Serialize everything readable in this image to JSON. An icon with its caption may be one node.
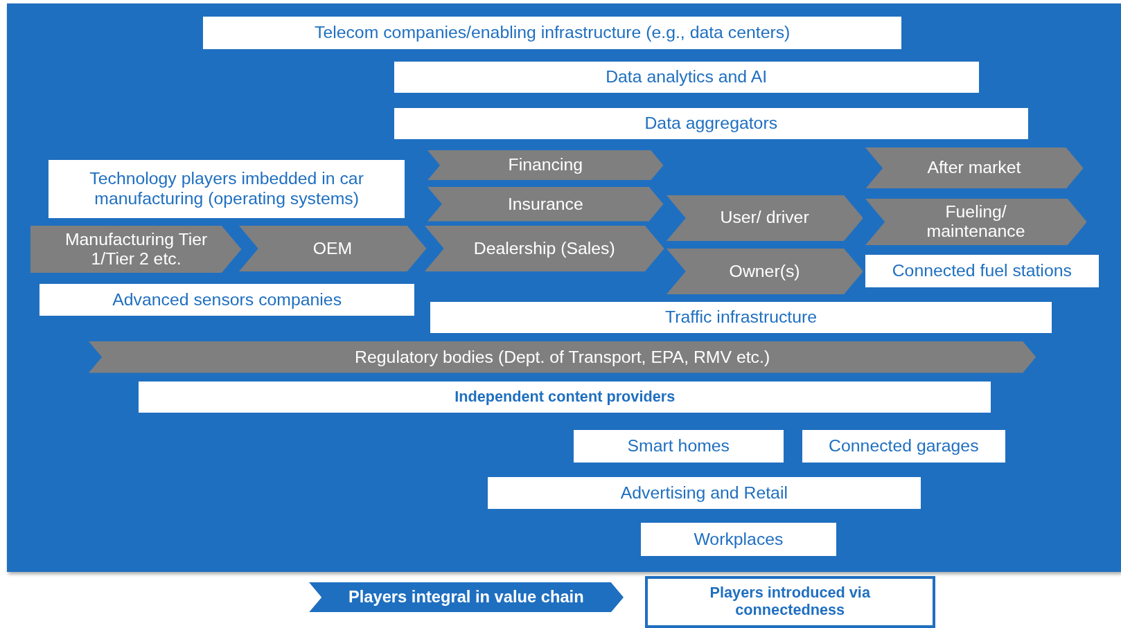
{
  "diagram": {
    "nodes": [
      {
        "text": [
          "Telecom companies/enabling infrastructure (e.g., data centers)"
        ]
      },
      {
        "text": [
          "Data analytics and AI"
        ]
      },
      {
        "text": [
          "Data aggregators"
        ]
      },
      {
        "text": [
          "Financing"
        ]
      },
      {
        "text": [
          "After market"
        ]
      },
      {
        "text": [
          "Technology players imbedded in car manufacturing (operating systems)"
        ]
      },
      {
        "text": [
          "Insurance"
        ]
      },
      {
        "text": [
          "User/ driver"
        ]
      },
      {
        "text": [
          "Fueling/ maintenance"
        ]
      },
      {
        "text": [
          "Manufacturing Tier 1/Tier 2 etc."
        ]
      },
      {
        "text": [
          "OEM"
        ]
      },
      {
        "text": [
          "Dealership (Sales)"
        ]
      },
      {
        "text": [
          "Owner(s)"
        ]
      },
      {
        "text": [
          "Connected fuel stations"
        ]
      },
      {
        "text": [
          "Advanced sensors companies"
        ]
      },
      {
        "text": [
          "Traffic infrastructure"
        ]
      },
      {
        "text": [
          "Regulatory bodies (Dept. of Transport, EPA, RMV etc.)"
        ]
      },
      {
        "text": [
          "Independent content providers"
        ]
      },
      {
        "text": [
          "Smart homes"
        ]
      },
      {
        "text": [
          "Connected garages"
        ]
      },
      {
        "text": [
          "Advertising and Retail"
        ]
      },
      {
        "text": [
          "Workplaces"
        ]
      }
    ],
    "edges": [],
    "legend": [
      {
        "text": "Players integral in value chain"
      },
      {
        "text": "Players introduced via connectedness"
      }
    ]
  }
}
